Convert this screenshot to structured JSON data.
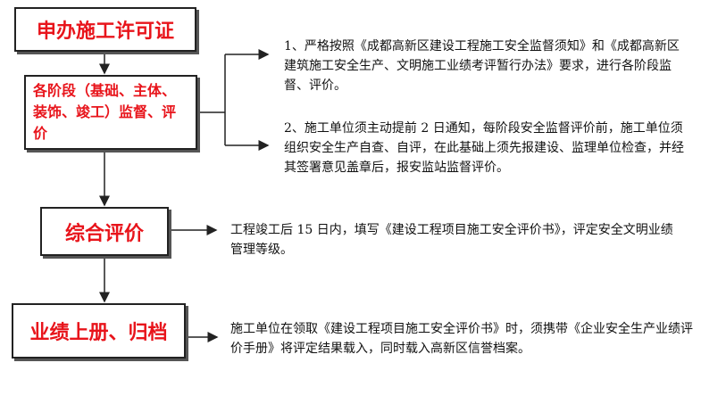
{
  "steps": [
    {
      "label": "申办施工许可证"
    },
    {
      "label": "各阶段（基础、主体、装饰、竣工）监督、评价"
    },
    {
      "label": "综合评价"
    },
    {
      "label": "业绩上册、归档"
    }
  ],
  "notes": {
    "stage_1": "1、严格按照《成都高新区建设工程施工安全监督须知》和《成都高新区建筑施工安全生产、文明施工业绩考评暂行办法》要求，进行各阶段监督、评价。",
    "stage_2": "2、施工单位须主动提前 2 日通知，每阶段安全监督评价前，施工单位须组织安全生产自查、自评，在此基础上须先报建设、监理单位检查，并经其签署意见盖章后，报安监站监督评价。",
    "evaluation": "工程竣工后 15 日内，填写《建设工程项目施工安全评价书》，评定安全文明业绩管理等级。",
    "archive": "施工单位在领取《建设工程项目施工安全评价书》时，须携带《企业安全生产业绩评价手册》将评定结果载入，同时载入高新区信誉档案。"
  },
  "colors": {
    "step_text": "#e8141b",
    "line": "#222222"
  }
}
